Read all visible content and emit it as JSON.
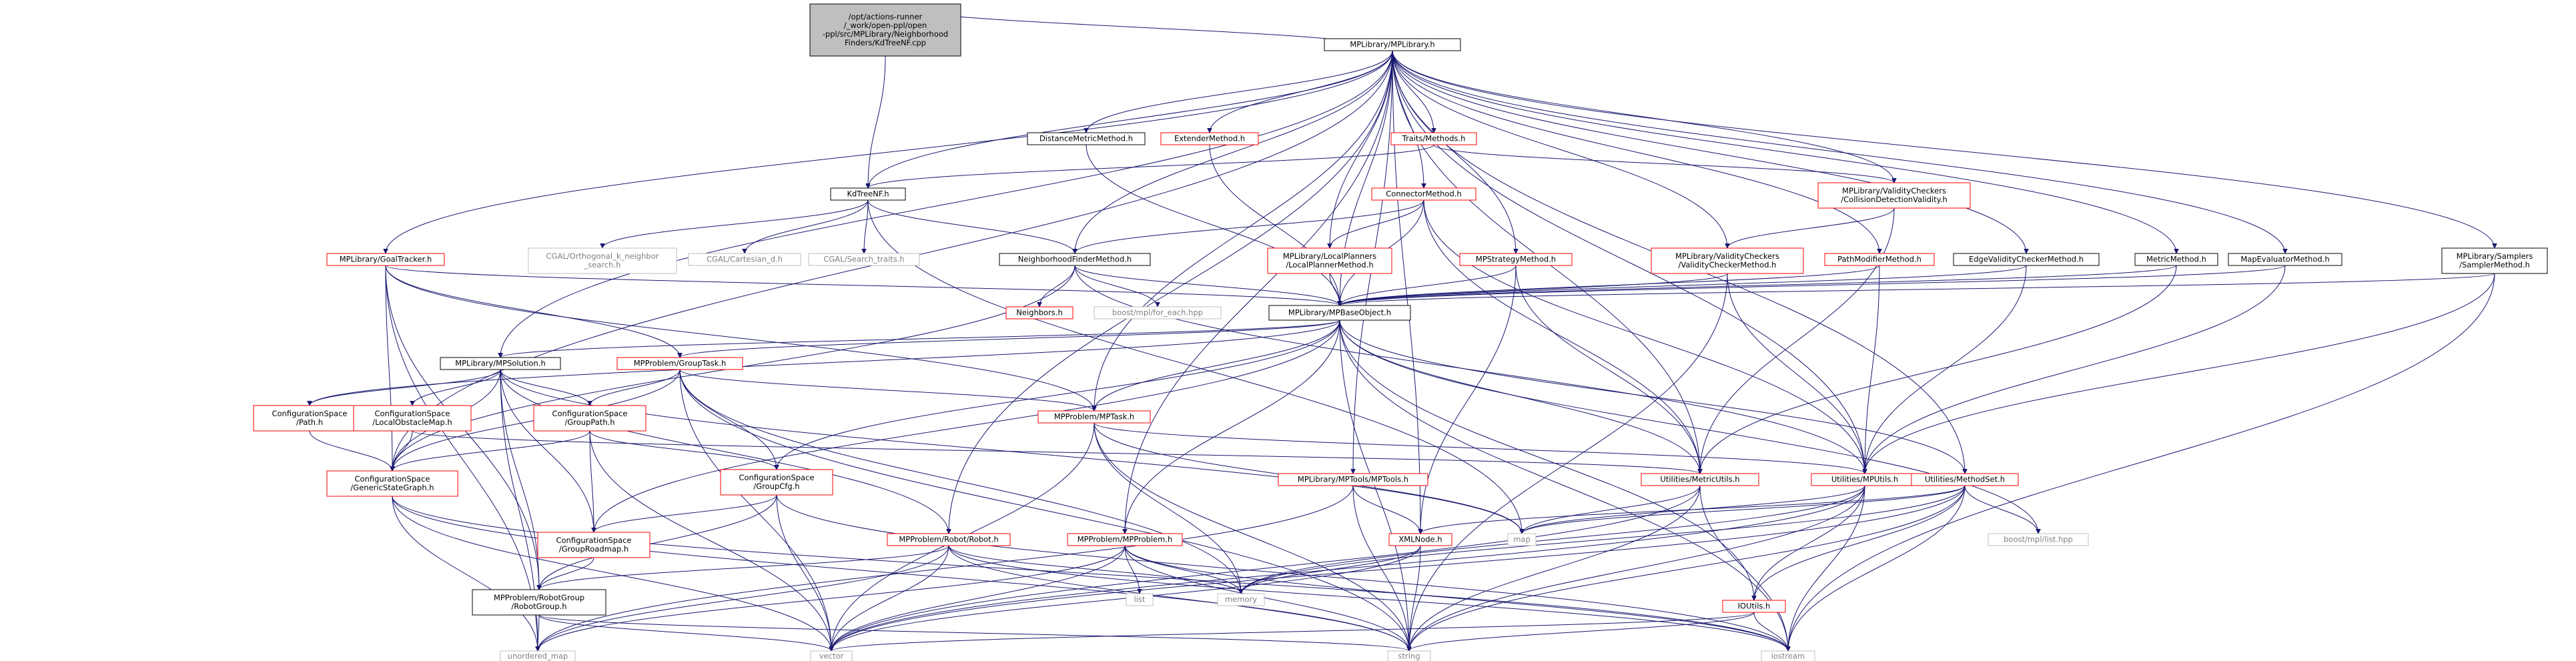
{
  "colors": {
    "edge": "#191970",
    "red": "#ff0000",
    "black": "#000000",
    "gray": "#bfbfbf",
    "root_fill": "#bfbfbf"
  },
  "nodes": [
    {
      "id": "root",
      "style": "root",
      "lines": [
        "/opt/actions-runner",
        "/_work/open-ppl/open",
        "-ppl/src/MPLibrary/Neighborhood",
        "Finders/KdTreeNF.cpp"
      ]
    },
    {
      "id": "mplibrary",
      "style": "black",
      "lines": [
        "MPLibrary/MPLibrary.h"
      ]
    },
    {
      "id": "kdtreenf",
      "style": "black",
      "lines": [
        "KdTreeNF.h"
      ]
    },
    {
      "id": "distmetric",
      "style": "black",
      "lines": [
        "DistanceMetricMethod.h"
      ]
    },
    {
      "id": "extender",
      "style": "red",
      "lines": [
        "ExtenderMethod.h"
      ]
    },
    {
      "id": "traits",
      "style": "red",
      "lines": [
        "Traits/Methods.h"
      ]
    },
    {
      "id": "collisionvalid",
      "style": "red",
      "lines": [
        "MPLibrary/ValidityCheckers",
        "/CollisionDetectionValidity.h"
      ]
    },
    {
      "id": "connector",
      "style": "red",
      "lines": [
        "ConnectorMethod.h"
      ]
    },
    {
      "id": "cgal_ortho",
      "style": "gray",
      "lines": [
        "CGAL/Orthogonal_k_neighbor",
        "_search.h"
      ]
    },
    {
      "id": "cgal_cart",
      "style": "gray",
      "lines": [
        "CGAL/Cartesian_d.h"
      ]
    },
    {
      "id": "cgal_search",
      "style": "gray",
      "lines": [
        "CGAL/Search_traits.h"
      ]
    },
    {
      "id": "nfmethod",
      "style": "black",
      "lines": [
        "NeighborhoodFinderMethod.h"
      ]
    },
    {
      "id": "localplanner",
      "style": "red",
      "lines": [
        "MPLibrary/LocalPlanners",
        "/LocalPlannerMethod.h"
      ]
    },
    {
      "id": "mpstrategy",
      "style": "red",
      "lines": [
        "MPStrategyMethod.h"
      ]
    },
    {
      "id": "validitychecker",
      "style": "red",
      "lines": [
        "MPLibrary/ValidityCheckers",
        "/ValidityCheckerMethod.h"
      ]
    },
    {
      "id": "pathmodifier",
      "style": "red",
      "lines": [
        "PathModifierMethod.h"
      ]
    },
    {
      "id": "edgevalidity",
      "style": "black",
      "lines": [
        "EdgeValidityCheckerMethod.h"
      ]
    },
    {
      "id": "metricmethod",
      "style": "black",
      "lines": [
        "MetricMethod.h"
      ]
    },
    {
      "id": "mapevaluator",
      "style": "black",
      "lines": [
        "MapEvaluatorMethod.h"
      ]
    },
    {
      "id": "sampler",
      "style": "black",
      "lines": [
        "MPLibrary/Samplers",
        "/SamplerMethod.h"
      ]
    },
    {
      "id": "goaltracker",
      "style": "red",
      "lines": [
        "MPLibrary/GoalTracker.h"
      ]
    },
    {
      "id": "neighbors",
      "style": "red",
      "lines": [
        "Neighbors.h"
      ]
    },
    {
      "id": "boost_foreach",
      "style": "gray",
      "lines": [
        "boost/mpl/for_each.hpp"
      ]
    },
    {
      "id": "mpbaseobject",
      "style": "black",
      "lines": [
        "MPLibrary/MPBaseObject.h"
      ]
    },
    {
      "id": "mpsolution",
      "style": "black",
      "lines": [
        "MPLibrary/MPSolution.h"
      ]
    },
    {
      "id": "grouptask",
      "style": "red",
      "lines": [
        "MPProblem/GroupTask.h"
      ]
    },
    {
      "id": "cspath",
      "style": "red",
      "lines": [
        "ConfigurationSpace",
        "/Path.h"
      ]
    },
    {
      "id": "localobstacle",
      "style": "red",
      "lines": [
        "ConfigurationSpace",
        "/LocalObstacleMap.h"
      ]
    },
    {
      "id": "grouppath",
      "style": "red",
      "lines": [
        "ConfigurationSpace",
        "/GroupPath.h"
      ]
    },
    {
      "id": "mptask",
      "style": "red",
      "lines": [
        "MPProblem/MPTask.h"
      ]
    },
    {
      "id": "genericstategraph",
      "style": "red",
      "lines": [
        "ConfigurationSpace",
        "/GenericStateGraph.h"
      ]
    },
    {
      "id": "groupcfg",
      "style": "red",
      "lines": [
        "ConfigurationSpace",
        "/GroupCfg.h"
      ]
    },
    {
      "id": "grouproadmap",
      "style": "red",
      "lines": [
        "ConfigurationSpace",
        "/GroupRoadmap.h"
      ]
    },
    {
      "id": "robot",
      "style": "red",
      "lines": [
        "MPProblem/Robot/Robot.h"
      ]
    },
    {
      "id": "robotgroup",
      "style": "black",
      "lines": [
        "MPProblem/RobotGroup",
        "/RobotGroup.h"
      ]
    },
    {
      "id": "mptoolsmptools",
      "style": "red",
      "lines": [
        "MPLibrary/MPTools/MPTools.h"
      ]
    },
    {
      "id": "mpproblem",
      "style": "red",
      "lines": [
        "MPProblem/MPProblem.h"
      ]
    },
    {
      "id": "metricutils",
      "style": "red",
      "lines": [
        "Utilities/MetricUtils.h"
      ]
    },
    {
      "id": "mputils",
      "style": "red",
      "lines": [
        "Utilities/MPUtils.h"
      ]
    },
    {
      "id": "methodset",
      "style": "red",
      "lines": [
        "Utilities/MethodSet.h"
      ]
    },
    {
      "id": "xmlnode",
      "style": "red",
      "lines": [
        "XMLNode.h"
      ]
    },
    {
      "id": "ioutils",
      "style": "red",
      "lines": [
        "IOUtils.h"
      ]
    },
    {
      "id": "map",
      "style": "gray",
      "lines": [
        "map"
      ]
    },
    {
      "id": "boost_list",
      "style": "gray",
      "lines": [
        "boost/mpl/list.hpp"
      ]
    },
    {
      "id": "memory",
      "style": "gray",
      "lines": [
        "memory"
      ]
    },
    {
      "id": "list",
      "style": "gray",
      "lines": [
        "list"
      ]
    },
    {
      "id": "unordered_map",
      "style": "gray",
      "lines": [
        "unordered_map"
      ]
    },
    {
      "id": "vector",
      "style": "gray",
      "lines": [
        "vector"
      ]
    },
    {
      "id": "string",
      "style": "gray",
      "lines": [
        "string"
      ]
    },
    {
      "id": "iostream",
      "style": "gray",
      "lines": [
        "iostream"
      ]
    }
  ],
  "edges": [
    [
      "root",
      "mplibrary"
    ],
    [
      "root",
      "kdtreenf"
    ],
    [
      "mplibrary",
      "kdtreenf"
    ],
    [
      "mplibrary",
      "distmetric"
    ],
    [
      "mplibrary",
      "extender"
    ],
    [
      "mplibrary",
      "traits"
    ],
    [
      "mplibrary",
      "collisionvalid"
    ],
    [
      "mplibrary",
      "connector"
    ],
    [
      "mplibrary",
      "nfmethod"
    ],
    [
      "mplibrary",
      "localplanner"
    ],
    [
      "mplibrary",
      "mpstrategy"
    ],
    [
      "mplibrary",
      "validitychecker"
    ],
    [
      "mplibrary",
      "pathmodifier"
    ],
    [
      "mplibrary",
      "edgevalidity"
    ],
    [
      "mplibrary",
      "metricmethod"
    ],
    [
      "mplibrary",
      "mapevaluator"
    ],
    [
      "mplibrary",
      "sampler"
    ],
    [
      "mplibrary",
      "goaltracker"
    ],
    [
      "mplibrary",
      "mpsolution"
    ],
    [
      "mplibrary",
      "mptask"
    ],
    [
      "mplibrary",
      "genericstategraph"
    ],
    [
      "mplibrary",
      "mptoolsmptools"
    ],
    [
      "mplibrary",
      "metricutils"
    ],
    [
      "mplibrary",
      "mputils"
    ],
    [
      "mplibrary",
      "methodset"
    ],
    [
      "mplibrary",
      "xmlnode"
    ],
    [
      "mplibrary",
      "mpbaseobject"
    ],
    [
      "mplibrary",
      "robot"
    ],
    [
      "mplibrary",
      "mpproblem"
    ],
    [
      "traits",
      "kdtreenf"
    ],
    [
      "traits",
      "collisionvalid"
    ],
    [
      "kdtreenf",
      "cgal_ortho"
    ],
    [
      "kdtreenf",
      "cgal_cart"
    ],
    [
      "kdtreenf",
      "cgal_search"
    ],
    [
      "kdtreenf",
      "nfmethod"
    ],
    [
      "kdtreenf",
      "map"
    ],
    [
      "distmetric",
      "mpbaseobject"
    ],
    [
      "extender",
      "mpbaseobject"
    ],
    [
      "collisionvalid",
      "validitychecker"
    ],
    [
      "collisionvalid",
      "metricutils"
    ],
    [
      "connector",
      "nfmethod"
    ],
    [
      "connector",
      "localplanner"
    ],
    [
      "connector",
      "mpbaseobject"
    ],
    [
      "connector",
      "metricutils"
    ],
    [
      "connector",
      "mputils"
    ],
    [
      "nfmethod",
      "neighbors"
    ],
    [
      "nfmethod",
      "boost_foreach"
    ],
    [
      "nfmethod",
      "mpbaseobject"
    ],
    [
      "nfmethod",
      "genericstategraph"
    ],
    [
      "nfmethod",
      "mputils"
    ],
    [
      "localplanner",
      "mpbaseobject"
    ],
    [
      "mpstrategy",
      "mpbaseobject"
    ],
    [
      "mpstrategy",
      "metricutils"
    ],
    [
      "mpstrategy",
      "xmlnode"
    ],
    [
      "validitychecker",
      "mpbaseobject"
    ],
    [
      "validitychecker",
      "mputils"
    ],
    [
      "validitychecker",
      "string"
    ],
    [
      "pathmodifier",
      "mpbaseobject"
    ],
    [
      "pathmodifier",
      "mputils"
    ],
    [
      "edgevalidity",
      "mpbaseobject"
    ],
    [
      "edgevalidity",
      "mputils"
    ],
    [
      "metricmethod",
      "mpbaseobject"
    ],
    [
      "metricmethod",
      "metricutils"
    ],
    [
      "mapevaluator",
      "mpbaseobject"
    ],
    [
      "mapevaluator",
      "mputils"
    ],
    [
      "sampler",
      "mpbaseobject"
    ],
    [
      "sampler",
      "mputils"
    ],
    [
      "sampler",
      "iostream"
    ],
    [
      "goaltracker",
      "mpbaseobject"
    ],
    [
      "goaltracker",
      "grouptask"
    ],
    [
      "goaltracker",
      "mptask"
    ],
    [
      "goaltracker",
      "genericstategraph"
    ],
    [
      "goaltracker",
      "robotgroup"
    ],
    [
      "goaltracker",
      "unordered_map"
    ],
    [
      "mpbaseobject",
      "mpsolution"
    ],
    [
      "mpbaseobject",
      "grouptask"
    ],
    [
      "mpbaseobject",
      "mptask"
    ],
    [
      "mpbaseobject",
      "groupcfg"
    ],
    [
      "mpbaseobject",
      "grouproadmap"
    ],
    [
      "mpbaseobject",
      "mpproblem"
    ],
    [
      "mpbaseobject",
      "metricutils"
    ],
    [
      "mpbaseobject",
      "methodset"
    ],
    [
      "mpbaseobject",
      "ioutils"
    ],
    [
      "mpbaseobject",
      "string"
    ],
    [
      "mpbaseobject",
      "iostream"
    ],
    [
      "mpbaseobject",
      "boost_list"
    ],
    [
      "mpbaseobject",
      "cspath"
    ],
    [
      "mpsolution",
      "cspath"
    ],
    [
      "mpsolution",
      "localobstacle"
    ],
    [
      "mpsolution",
      "grouppath"
    ],
    [
      "mpsolution",
      "genericstategraph"
    ],
    [
      "mpsolution",
      "grouproadmap"
    ],
    [
      "mpsolution",
      "robotgroup"
    ],
    [
      "mpsolution",
      "robot"
    ],
    [
      "mpsolution",
      "unordered_map"
    ],
    [
      "mpsolution",
      "map"
    ],
    [
      "grouptask",
      "grouppath"
    ],
    [
      "grouptask",
      "mptask"
    ],
    [
      "grouptask",
      "groupcfg"
    ],
    [
      "grouptask",
      "genericstategraph"
    ],
    [
      "grouptask",
      "vector"
    ],
    [
      "grouptask",
      "memory"
    ],
    [
      "grouptask",
      "string"
    ],
    [
      "cspath",
      "genericstategraph"
    ],
    [
      "localobstacle",
      "genericstategraph"
    ],
    [
      "localobstacle",
      "metricutils"
    ],
    [
      "grouppath",
      "groupcfg"
    ],
    [
      "grouppath",
      "grouproadmap"
    ],
    [
      "grouppath",
      "genericstategraph"
    ],
    [
      "grouppath",
      "vector"
    ],
    [
      "mptask",
      "mputils"
    ],
    [
      "mptask",
      "vector"
    ],
    [
      "mptask",
      "memory"
    ],
    [
      "mptask",
      "string"
    ],
    [
      "mptask",
      "map"
    ],
    [
      "genericstategraph",
      "vector"
    ],
    [
      "genericstategraph",
      "unordered_map"
    ],
    [
      "genericstategraph",
      "string"
    ],
    [
      "genericstategraph",
      "iostream"
    ],
    [
      "groupcfg",
      "grouproadmap"
    ],
    [
      "groupcfg",
      "robotgroup"
    ],
    [
      "groupcfg",
      "vector"
    ],
    [
      "groupcfg",
      "iostream"
    ],
    [
      "grouproadmap",
      "robotgroup"
    ],
    [
      "robot",
      "robotgroup"
    ],
    [
      "robot",
      "vector"
    ],
    [
      "robot",
      "string"
    ],
    [
      "robot",
      "memory"
    ],
    [
      "robot",
      "iostream"
    ],
    [
      "robot",
      "unordered_map"
    ],
    [
      "robotgroup",
      "vector"
    ],
    [
      "robotgroup",
      "string"
    ],
    [
      "robotgroup",
      "unordered_map"
    ],
    [
      "mptoolsmptools",
      "xmlnode"
    ],
    [
      "mptoolsmptools",
      "unordered_map"
    ],
    [
      "mptoolsmptools",
      "string"
    ],
    [
      "mpproblem",
      "list"
    ],
    [
      "mpproblem",
      "memory"
    ],
    [
      "mpproblem",
      "vector"
    ],
    [
      "mpproblem",
      "string"
    ],
    [
      "mpproblem",
      "iostream"
    ],
    [
      "mpproblem",
      "unordered_map"
    ],
    [
      "metricutils",
      "map"
    ],
    [
      "metricutils",
      "string"
    ],
    [
      "metricutils",
      "iostream"
    ],
    [
      "metricutils",
      "vector"
    ],
    [
      "mputils",
      "map"
    ],
    [
      "mputils",
      "ioutils"
    ],
    [
      "mputils",
      "iostream"
    ],
    [
      "mputils",
      "vector"
    ],
    [
      "mputils",
      "string"
    ],
    [
      "mputils",
      "memory"
    ],
    [
      "methodset",
      "xmlnode"
    ],
    [
      "methodset",
      "boost_list"
    ],
    [
      "methodset",
      "ioutils"
    ],
    [
      "methodset",
      "memory"
    ],
    [
      "methodset",
      "iostream"
    ],
    [
      "methodset",
      "map"
    ],
    [
      "methodset",
      "string"
    ],
    [
      "methodset",
      "vector"
    ],
    [
      "xmlnode",
      "memory"
    ],
    [
      "xmlnode",
      "vector"
    ],
    [
      "xmlnode",
      "string"
    ],
    [
      "ioutils",
      "vector"
    ],
    [
      "ioutils",
      "string"
    ],
    [
      "ioutils",
      "iostream"
    ]
  ]
}
